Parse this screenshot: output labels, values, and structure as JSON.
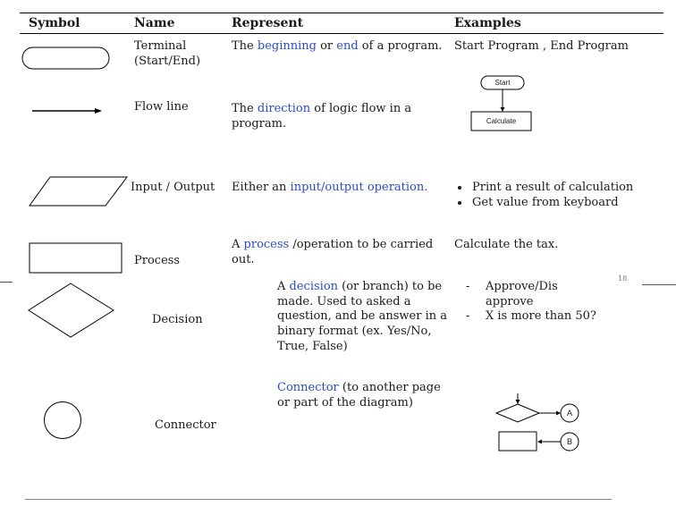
{
  "headers": {
    "symbol": "Symbol",
    "name": "Name",
    "represent": "Represent",
    "examples": "Examples"
  },
  "rows": [
    {
      "name": "Terminal (Start/End)",
      "represent": {
        "pre": "The ",
        "hl1": "beginning",
        "mid": " or ",
        "hl2": "end",
        "post": " of a program."
      },
      "examples": "Start Program , End Program"
    },
    {
      "name": "Flow line",
      "represent": {
        "pre": "The ",
        "hl": "direction",
        "post": " of logic flow in a program."
      },
      "example_figure": {
        "start_label": "Start",
        "box_label": "Calculate"
      }
    },
    {
      "name": "Input / Output",
      "represent": {
        "pre": "Either an ",
        "hl": "input/output operation.",
        "post": ""
      },
      "examples": [
        "Print a result of calculation",
        "Get value from keyboard"
      ]
    },
    {
      "name": "Process",
      "represent": {
        "pre": "A ",
        "hl": "process",
        "post": " /operation to be carried out."
      },
      "examples": "Calculate the tax."
    },
    {
      "name": "Decision",
      "represent": {
        "pre": "A ",
        "hl": "decision",
        "post": " (or branch) to be made. Used to asked a question, and be answer in a binary format (ex. Yes/No, True, False)"
      },
      "examples": [
        "Approve/Disapprove",
        "X is more than 50?"
      ]
    },
    {
      "name": "Connector",
      "represent": {
        "pre": "",
        "hl": "Connector",
        "post": " (to another page or part of the diagram)"
      },
      "example_figure": {
        "label_a": "A",
        "label_b": "B"
      }
    }
  ],
  "page_number": "18",
  "colors": {
    "highlight": "#2a4bd7",
    "text": "#1a1a1a",
    "rule": "#000000"
  }
}
